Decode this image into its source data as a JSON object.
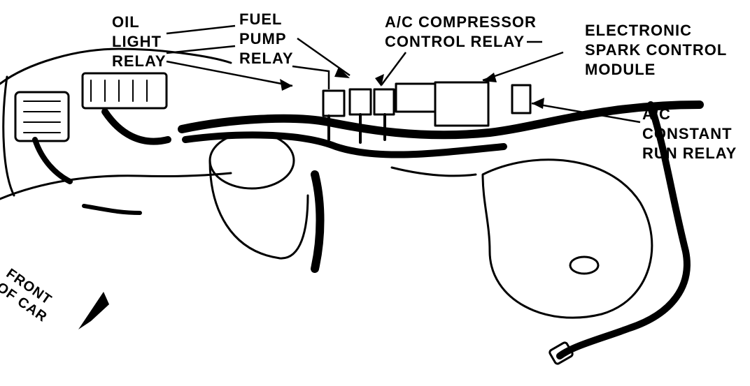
{
  "labels": {
    "oil_light_relay": [
      "OIL",
      "LIGHT",
      "RELAY"
    ],
    "fuel_pump_relay": [
      "FUEL",
      "PUMP",
      "RELAY"
    ],
    "ac_compressor_control_relay": [
      "A/C COMPRESSOR",
      "CONTROL RELAY"
    ],
    "electronic_spark_control_module": [
      "ELECTRONIC",
      "SPARK CONTROL",
      "MODULE"
    ],
    "ac_constant_run_relay": [
      "A/C",
      "CONSTANT",
      "RUN RELAY"
    ],
    "front_of_car": [
      "FRONT",
      "OF CAR"
    ]
  },
  "colors": {
    "ink": "#000000",
    "paper": "#ffffff"
  }
}
